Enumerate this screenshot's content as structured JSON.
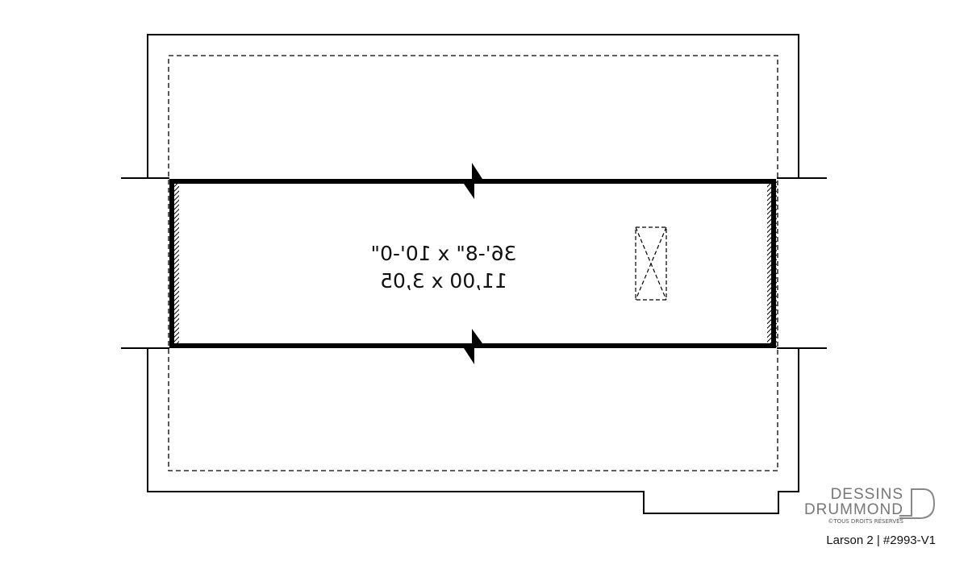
{
  "plan": {
    "dimension_imperial": "36'-8\" x 10'-0\"",
    "dimension_metric": "11,00 x 3,05"
  },
  "logo": {
    "line1": "DESSINS",
    "line2": "DRUMMOND",
    "line3": "©TOUS DROITS RÉSERVÉS"
  },
  "reference": "Larson 2 | #2993-V1"
}
